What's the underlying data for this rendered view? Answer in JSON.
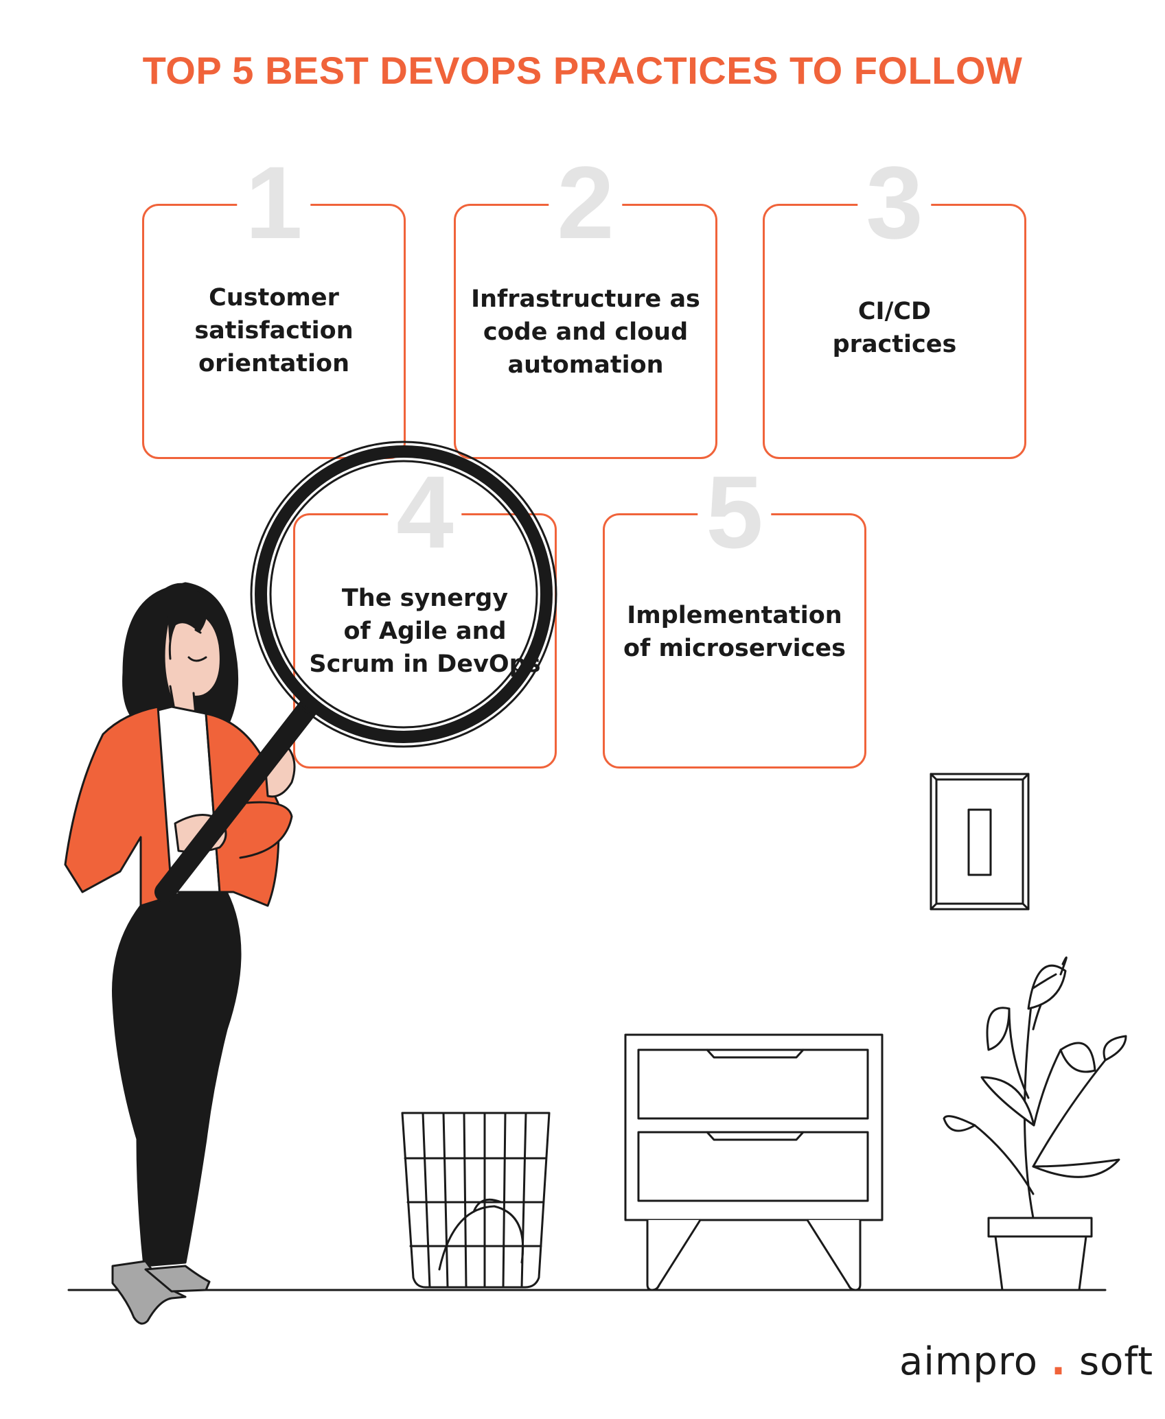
{
  "title": "TOP 5 BEST DEVOPS PRACTICES TO FOLLOW",
  "colors": {
    "accent": "#f0633a",
    "number": "#e4e4e4",
    "text": "#1a1a1a",
    "line": "#1a1a1a",
    "skin": "#f4cdbd",
    "shoe": "#a7a7a7"
  },
  "practices": [
    {
      "number": "1",
      "label": "Customer\nsatisfaction\norientation"
    },
    {
      "number": "2",
      "label": "Infrastructure as\ncode and cloud\nautomation"
    },
    {
      "number": "3",
      "label": "CI/CD\npractices"
    },
    {
      "number": "4",
      "label": "The synergy\nof Agile and\nScrum in DevOps"
    },
    {
      "number": "5",
      "label": "Implementation\nof microservices"
    }
  ],
  "illustration": {
    "subject": "woman-with-magnifying-glass",
    "props": [
      "light-switch",
      "waste-basket",
      "drawer-cabinet",
      "potted-plant"
    ]
  },
  "logo": {
    "part1": "aimpro",
    "separator": ".",
    "part2": "soft"
  }
}
